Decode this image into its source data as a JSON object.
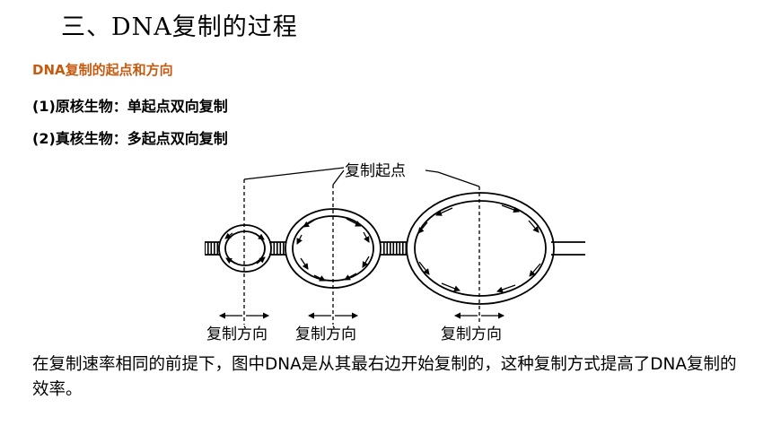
{
  "slide": {
    "title": "三、DNA复制的过程",
    "subtitle": "DNA复制的起点和方向",
    "points": [
      "(1)原核生物：单起点双向复制",
      "(2)真核生物：多起点双向复制"
    ],
    "explanation": "在复制速率相同的前提下，图中DNA是从其最右边开始复制的，这种复制方式提高了DNA复制的效率。"
  },
  "diagram": {
    "origin_label": "复制起点",
    "direction_label": "复制方向",
    "bubble_count": 3
  }
}
